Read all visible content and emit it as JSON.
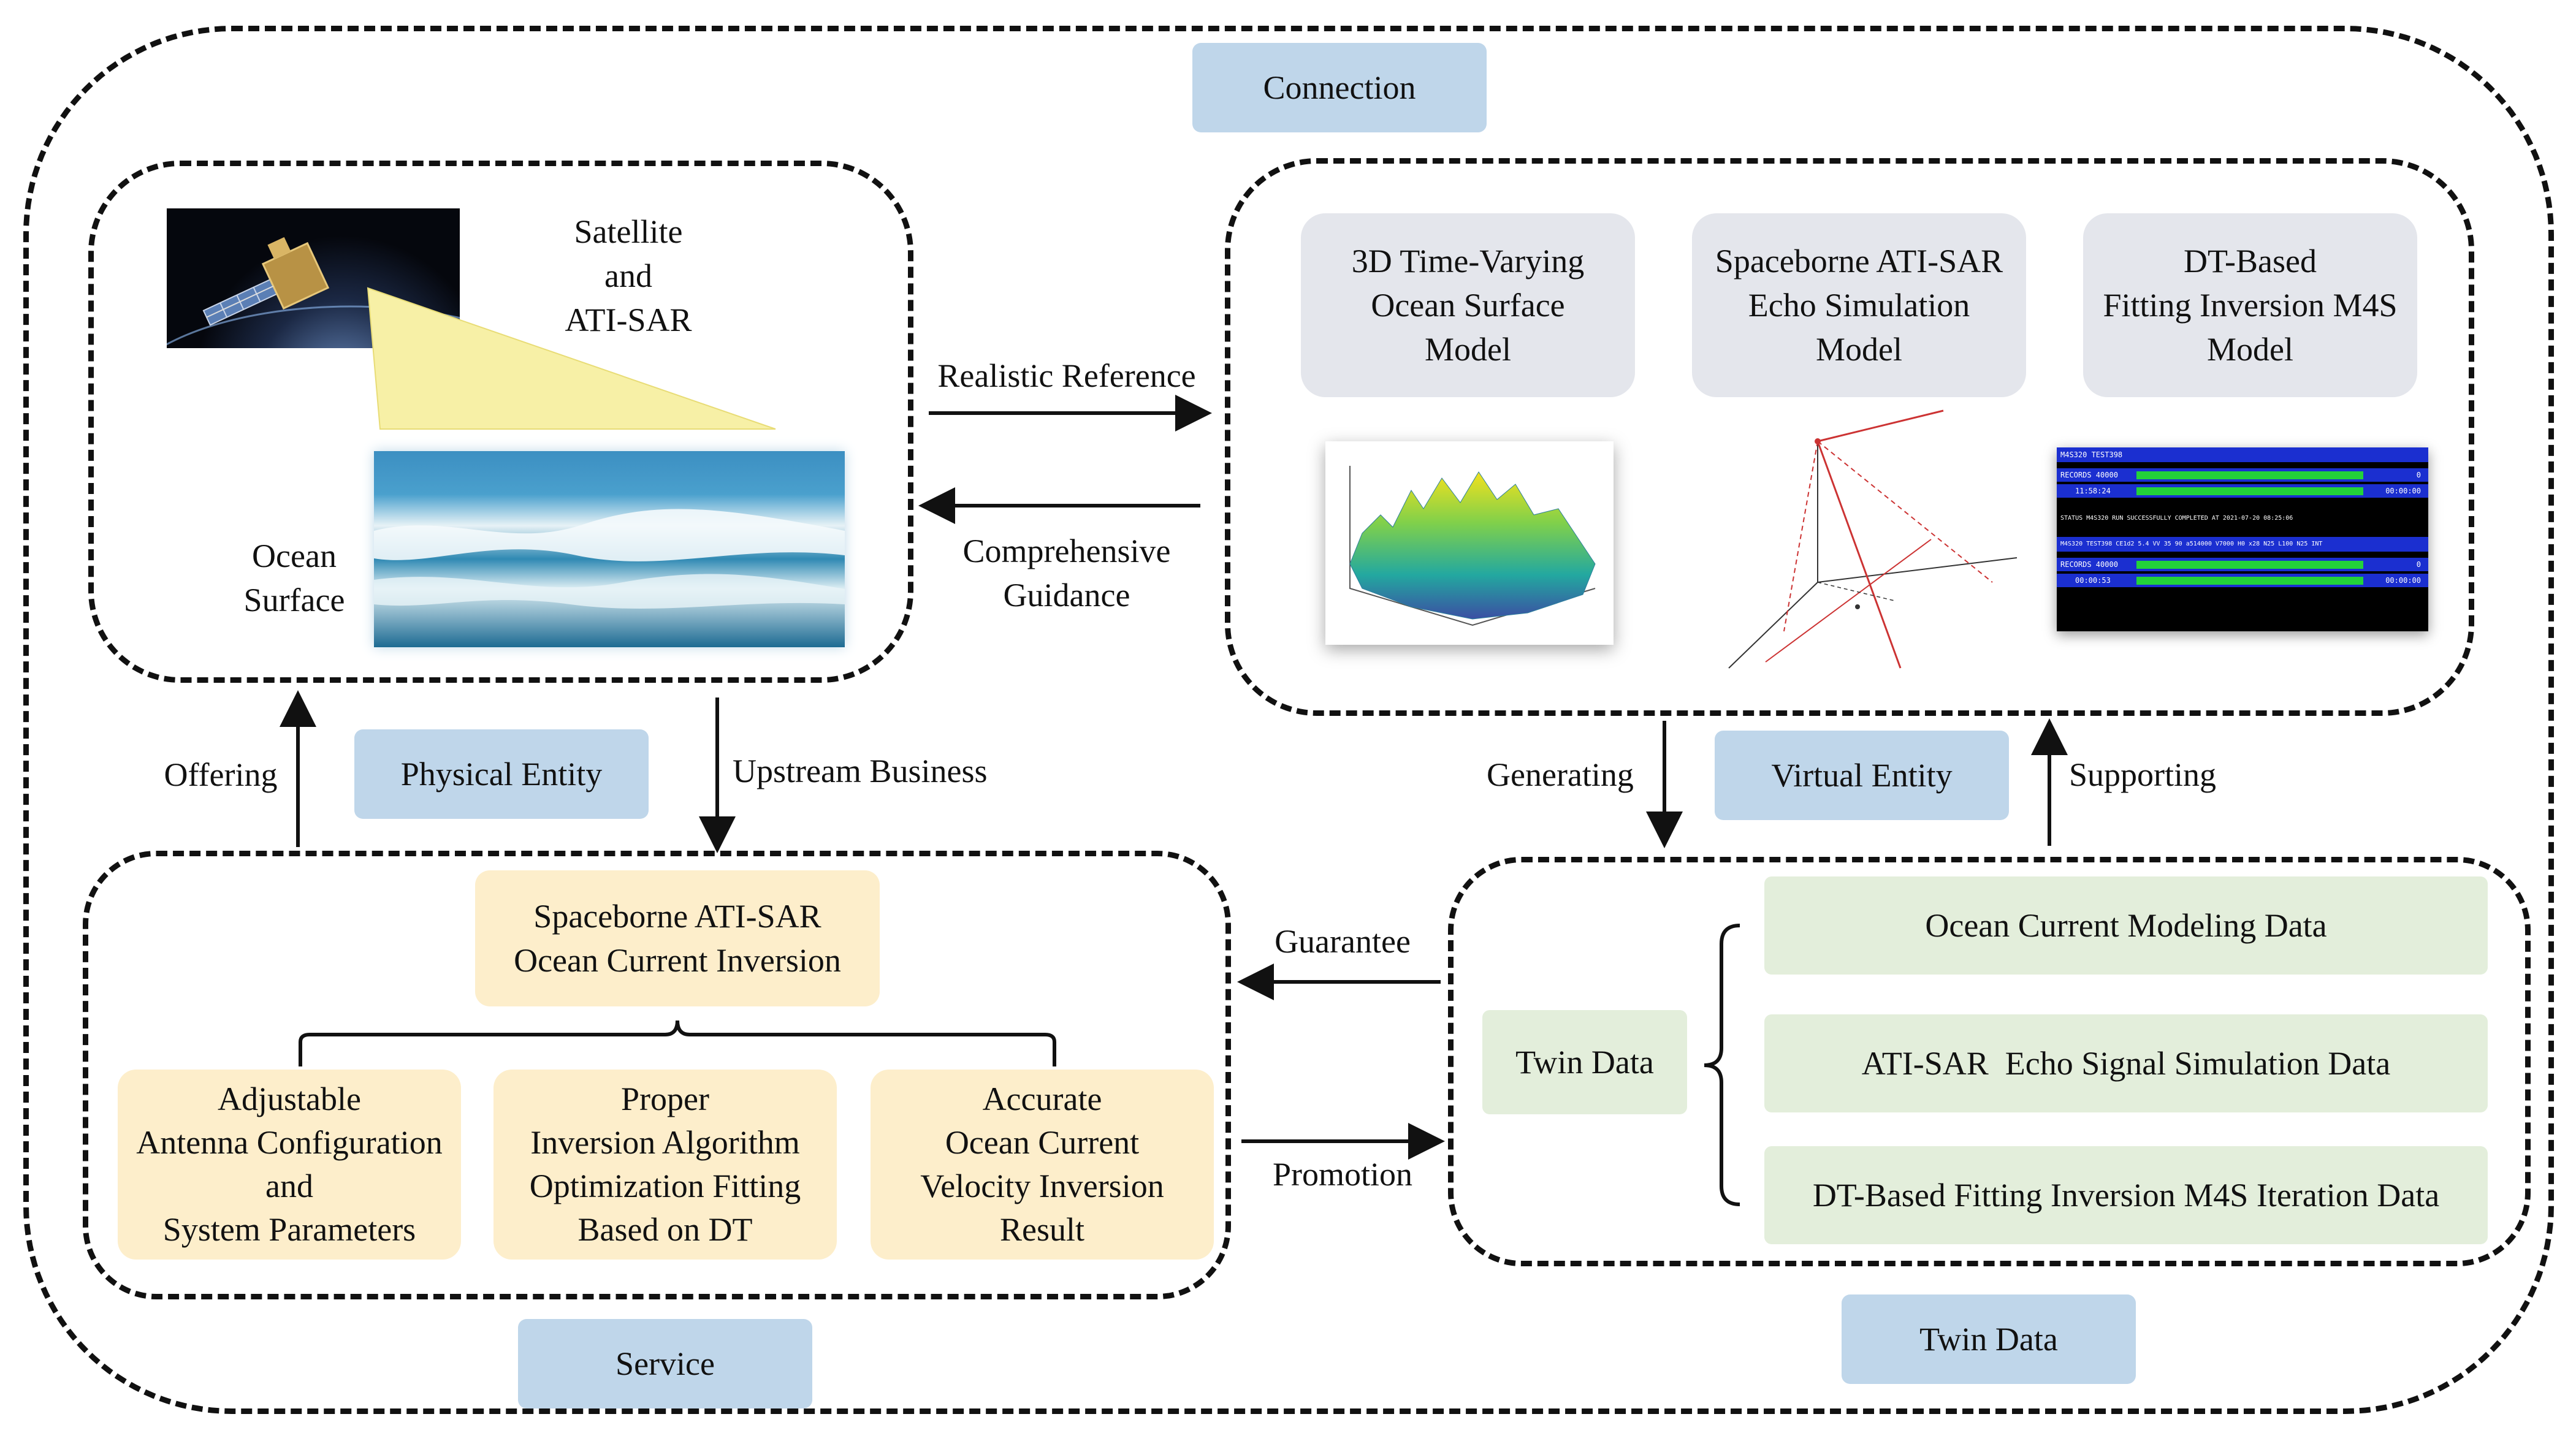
{
  "outer": {
    "connection": "Connection",
    "service": "Service",
    "twin_data": "Twin Data"
  },
  "physical": {
    "tag": "Physical Entity",
    "satellite_label": [
      "Satellite",
      "and",
      "ATI-SAR"
    ],
    "ocean_label": [
      "Ocean",
      "Surface"
    ]
  },
  "virtual": {
    "tag": "Virtual Entity",
    "models": [
      [
        "3D Time-Varying",
        "Ocean Surface",
        "Model"
      ],
      [
        "Spaceborne ATI-SAR",
        "Echo Simulation",
        "Model"
      ],
      [
        "DT-Based",
        "Fitting Inversion M4S",
        "Model"
      ]
    ]
  },
  "arrows": {
    "realistic_reference": "Realistic Reference",
    "comprehensive_guidance": [
      "Comprehensive",
      "Guidance"
    ],
    "offering": "Offering",
    "upstream_business": "Upstream Business",
    "generating": "Generating",
    "supporting": "Supporting",
    "guarantee": "Guarantee",
    "promotion": "Promotion"
  },
  "service": {
    "root": [
      "Spaceborne ATI-SAR",
      "Ocean Current Inversion"
    ],
    "children": [
      [
        "Adjustable",
        "Antenna Configuration",
        "and",
        "System Parameters"
      ],
      [
        "Proper",
        "Inversion Algorithm",
        "Optimization Fitting",
        "Based on DT"
      ],
      [
        "Accurate",
        "Ocean Current",
        "Velocity Inversion",
        "Result"
      ]
    ]
  },
  "twin": {
    "root": "Twin Data",
    "items": [
      "Ocean Current Modeling Data",
      "ATI-SAR  Echo Signal Simulation Data",
      "DT-Based Fitting Inversion M4S Iteration Data"
    ]
  },
  "terminal": {
    "lines": [
      "M4S320 TEST398",
      "RECORDS 40000",
      "11:58:24",
      "STATUS M4S320 RUN SUCCESSFULLY COMPLETED AT 2021-07-20 08:25:06",
      "M4S320 TEST398 CE1d2 5.4 VV 35 90 a514000 V7000 H0 x28 N25 L100 N25 INT",
      "RECORDS 40000",
      "00:00:53"
    ],
    "right_values": [
      "0",
      "00:00:00",
      "0",
      "00:00:00"
    ]
  },
  "colors": {
    "blue": "#bfd6ea",
    "grey": "#e4e6ec",
    "yellow": "#fdeecb",
    "green": "#e3eedb"
  }
}
